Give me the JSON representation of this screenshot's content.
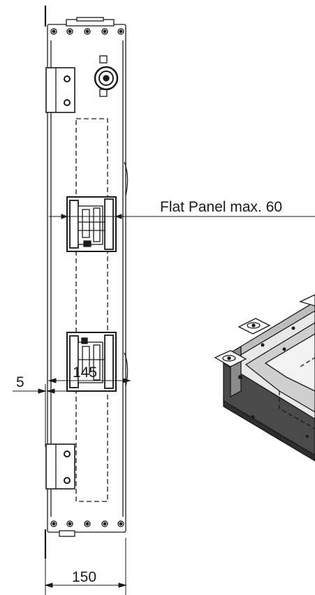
{
  "drawing": {
    "dimensions": {
      "flat_panel_label": "Flat Panel max. 60",
      "offset_label": "5",
      "inner_depth_label": "145",
      "width_label": "150"
    },
    "colors": {
      "line": "#1a1a1a",
      "bracket_fill": "#ffffff",
      "dark_metal": "#4a4a4a",
      "light_metal": "#d8d8d8",
      "mid_metal": "#8a8a8a"
    }
  }
}
